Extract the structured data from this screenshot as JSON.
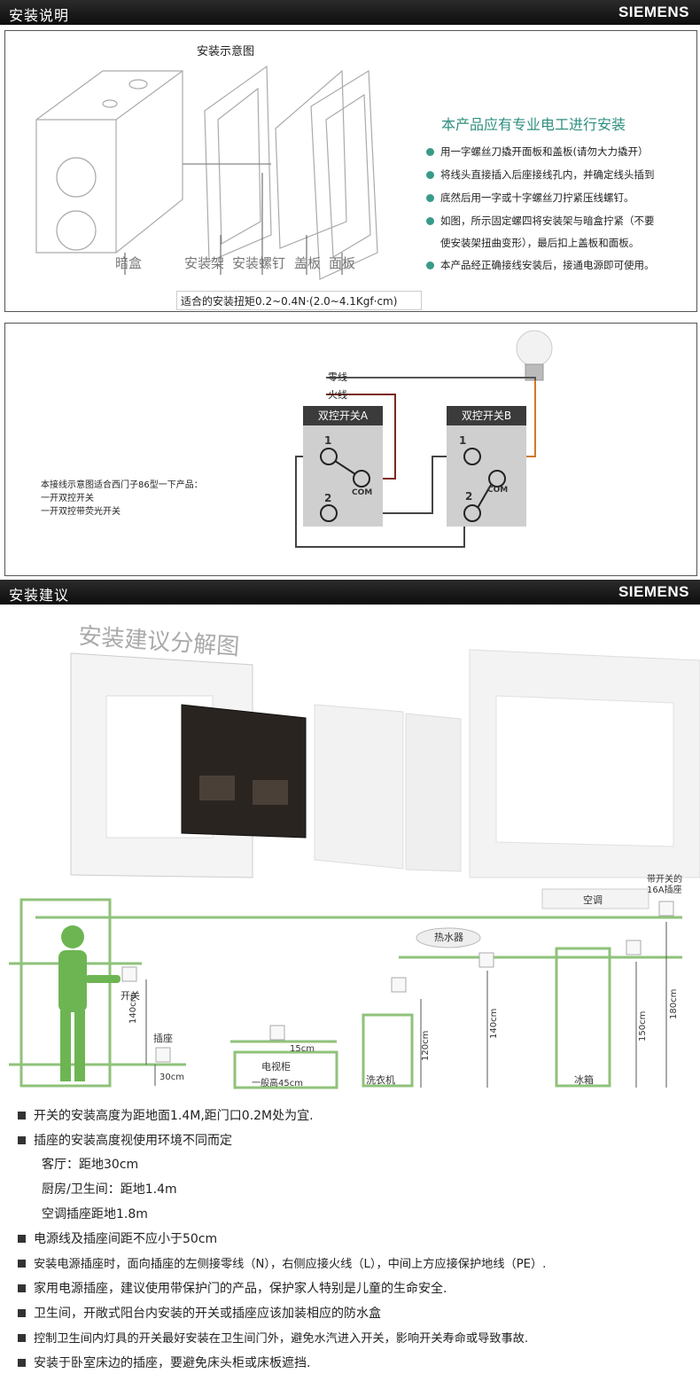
{
  "header1": {
    "title": "安装说明",
    "brand": "SIEMENS"
  },
  "header2": {
    "title": "安装建议",
    "brand": "SIEMENS"
  },
  "diagram1": {
    "title": "安装示意图",
    "labels": [
      "暗盒",
      "安装架",
      "安装螺钉",
      "盖板",
      "面板"
    ],
    "torque": "适合的安装扭矩0.2~0.4N·(2.0~4.1Kgf·cm)",
    "heading": "本产品应有专业电工进行安装",
    "bullets": [
      "用一字螺丝刀撬开面板和盖板(请勿大力撬开）",
      "将线头直接插入后座接线孔内，并确定线头插到",
      "底然后用一字或十字螺丝刀拧紧压线螺钉。",
      "如图，所示固定螺四将安装架与暗盒拧紧（不要",
      "使安装架扭曲变形），最后扣上盖板和面板。",
      "本产品经正确接线安装后，接通电源即可使用。"
    ]
  },
  "wiring": {
    "neutral": "零线",
    "live": "火线",
    "switch_a": "双控开关A",
    "switch_b": "双控开关B",
    "t1": "1",
    "t2": "2",
    "com": "COM",
    "note": [
      "本接线示意图适合西门子86型一下产品：",
      "一开双控开关",
      "一开双控带荧光开关"
    ]
  },
  "exploded": {
    "title": "安装建议分解图"
  },
  "heights": {
    "switch": "开关",
    "h140": "140cm",
    "socket": "插座",
    "h30": "30cm",
    "tv": "电视柜",
    "tv_h": "一般高45cm",
    "h15": "15cm",
    "washer": "洗衣机",
    "h120": "120cm",
    "heater": "热水器",
    "h140b": "140cm",
    "ac": "空调",
    "ac_socket": [
      "带开关的",
      "16A插座"
    ],
    "fridge": "冰箱",
    "h150": "150cm",
    "h180": "180cm"
  },
  "tips": {
    "t1": "开关的安装高度为距地面1.4M,距门口0.2M处为宜.",
    "t2": "插座的安装高度视使用环境不同而定",
    "s1": "客厅：距地30cm",
    "s2": "厨房/卫生间：距地1.4m",
    "s3": "空调插座距地1.8m",
    "t3": "电源线及插座间距不应小于50cm",
    "t4": "安装电源插座时，面向插座的左侧接零线（N），右侧应接火线（L），中间上方应接保护地线（PE）.",
    "t5": "家用电源插座，建议使用带保护门的产品，保护家人特别是儿童的生命安全.",
    "t6": "卫生间，开敞式阳台内安装的开关或插座应该加装相应的防水盒",
    "t7": "控制卫生间内灯具的开关最好安装在卫生间门外，避免水汽进入开关，影响开关寿命或导致事故.",
    "t8": "安装于卧室床边的插座，要避免床头柜或床板遮挡."
  },
  "colors": {
    "accent": "#3a9a8a",
    "green": "#8fc27a",
    "live_wire": "#7a2a1a",
    "load_wire": "#d07a2a"
  }
}
